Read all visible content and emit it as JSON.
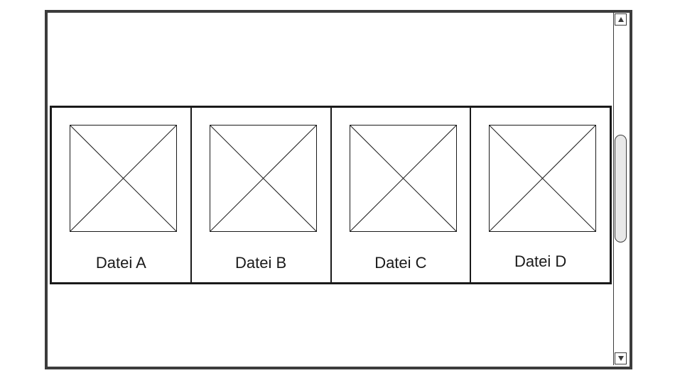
{
  "files": [
    {
      "label": "Datei A",
      "icon": "image-placeholder-icon"
    },
    {
      "label": "Datei B",
      "icon": "image-placeholder-icon"
    },
    {
      "label": "Datei C",
      "icon": "image-placeholder-icon"
    },
    {
      "label": "Datei D",
      "icon": "image-placeholder-icon"
    }
  ],
  "scrollbar": {
    "up_icon": "triangle-up-icon",
    "down_icon": "triangle-down-icon"
  },
  "colors": {
    "frame": "#3c3c3c",
    "line": "#1a1a1a",
    "thumb": "#e8e8e8"
  }
}
